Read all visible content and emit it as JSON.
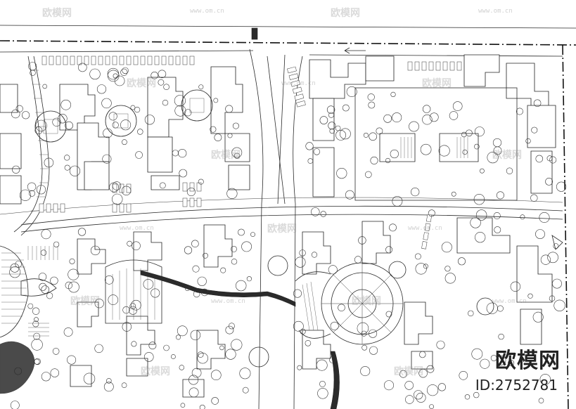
{
  "watermark": {
    "brand": "欧模网",
    "url": "www.om.cn"
  },
  "brand_badge": {
    "name": "欧模网",
    "id": "ID:2752781"
  }
}
